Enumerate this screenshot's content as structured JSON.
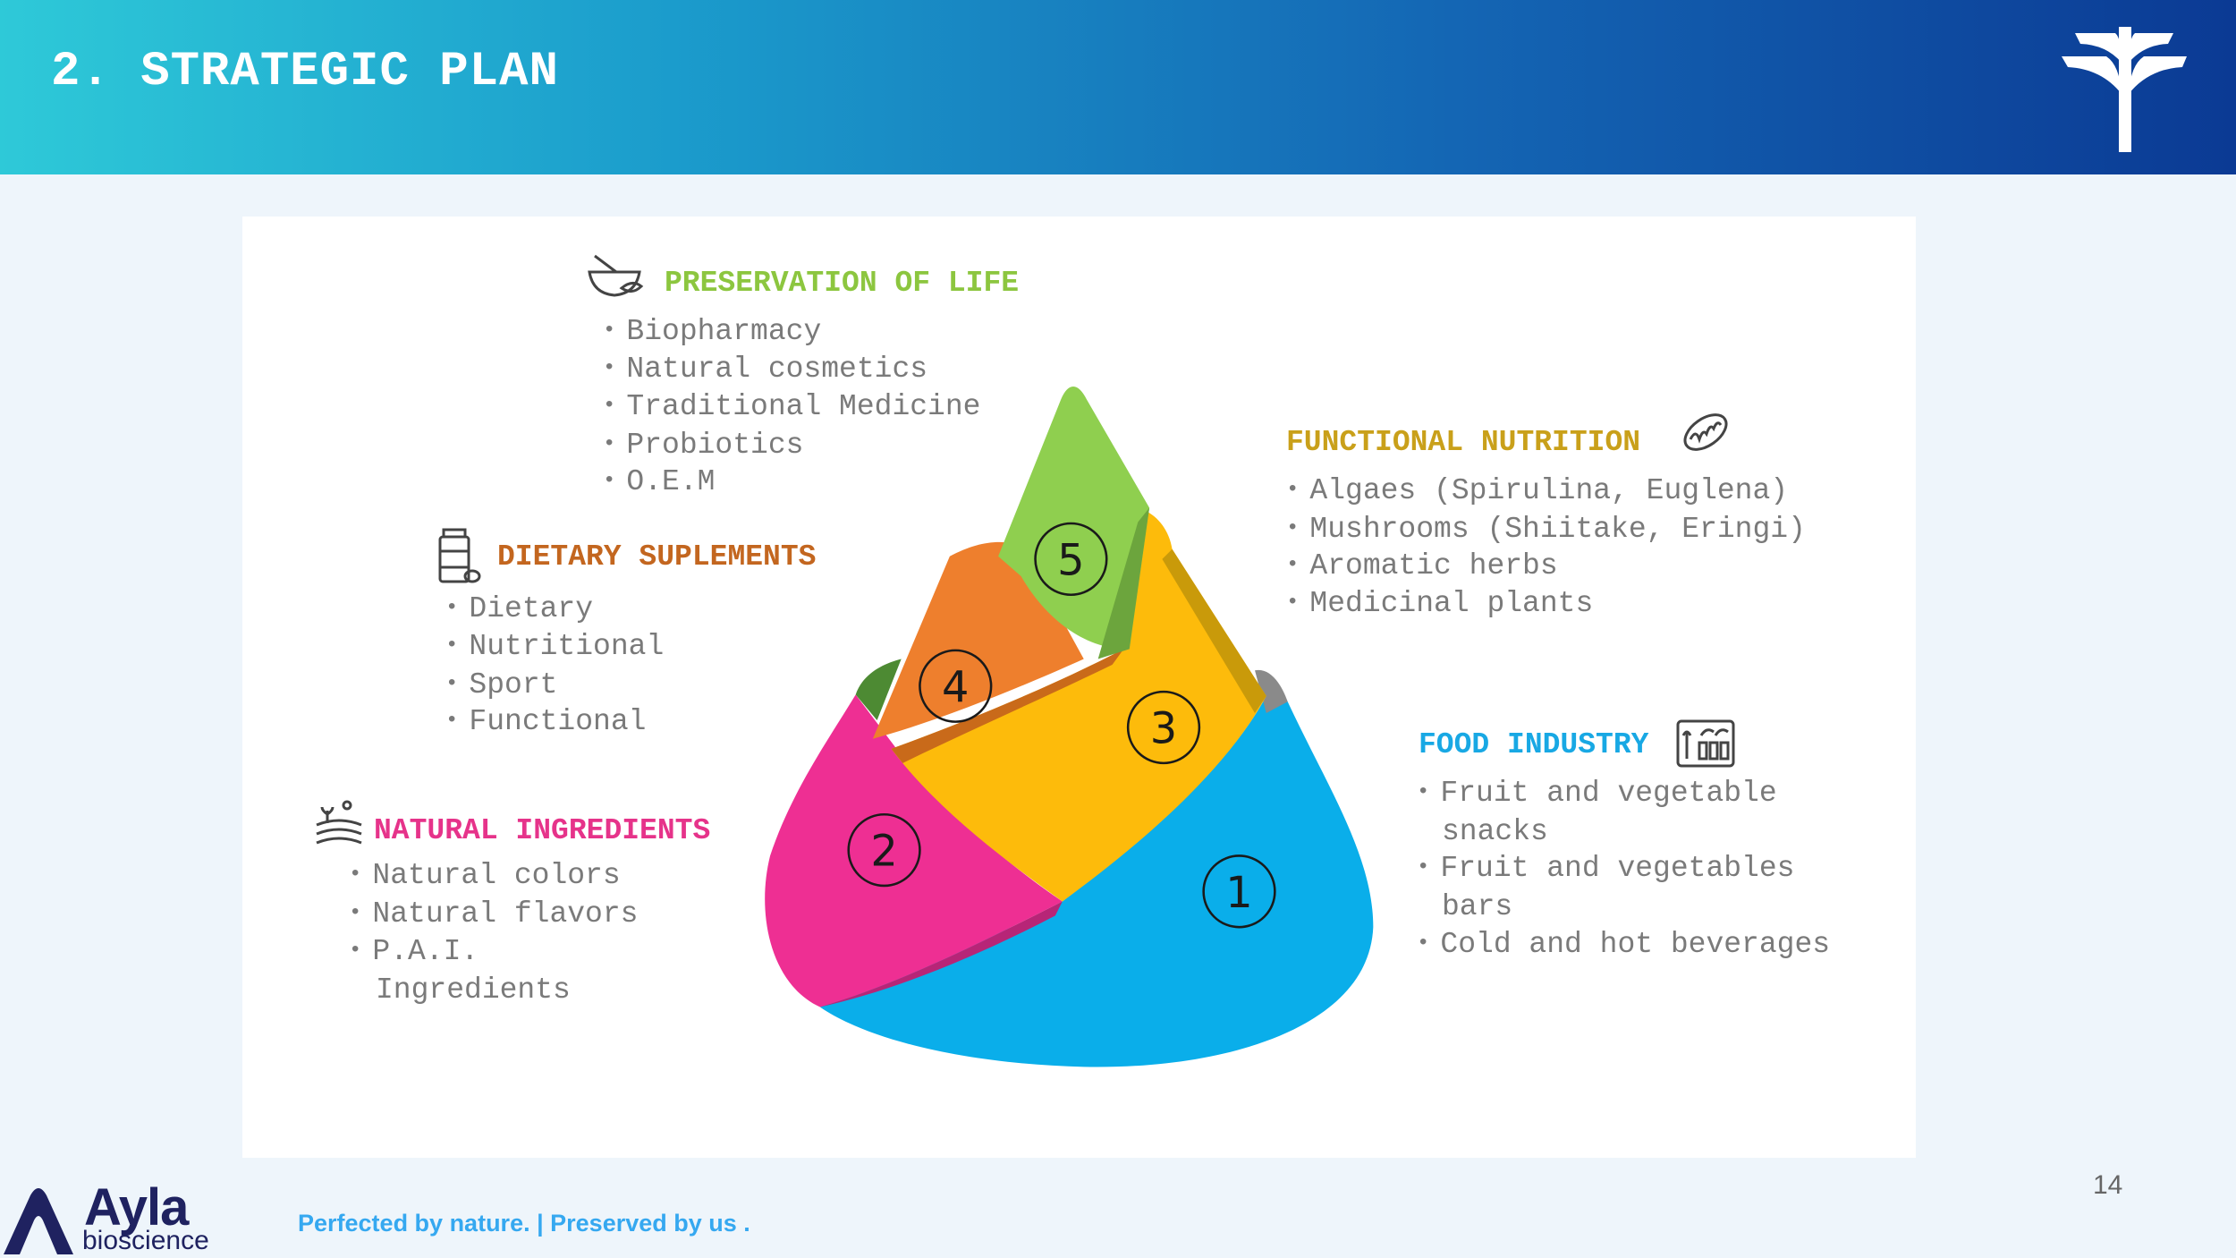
{
  "header": {
    "title": "2. STRATEGIC PLAN"
  },
  "colors": {
    "green": "#8cc63f",
    "orange": "#c3661f",
    "pink": "#e6338a",
    "gold": "#c9a01a",
    "blue": "#18a8e4",
    "text": "#7a7a7a"
  },
  "pyramid": {
    "levels": [
      "1",
      "2",
      "3",
      "4",
      "5"
    ]
  },
  "sections": {
    "preservation": {
      "title": "PRESERVATION OF LIFE",
      "icon": "mortar-pestle-icon",
      "items": [
        "Biopharmacy",
        "Natural cosmetics",
        "Traditional Medicine",
        "Probiotics",
        "O.E.M"
      ]
    },
    "dietary": {
      "title": "DIETARY SUPLEMENTS",
      "icon": "supplement-bottle-icon",
      "items": [
        "Dietary",
        "Nutritional",
        "Sport",
        "Functional"
      ]
    },
    "natural": {
      "title": "NATURAL INGREDIENTS",
      "icon": "field-plants-icon",
      "items": [
        "Natural colors",
        "Natural flavors",
        "P.A.I.",
        "Ingredients"
      ]
    },
    "functional": {
      "title": "FUNCTIONAL NUTRITION",
      "icon": "mitochondria-icon",
      "items": [
        "Algaes (Spirulina, Euglena)",
        "Mushrooms (Shiitake, Eringi)",
        "Aromatic herbs",
        "Medicinal plants"
      ]
    },
    "food": {
      "title": "FOOD INDUSTRY",
      "icon": "food-package-icon",
      "items": [
        "Fruit and vegetable",
        "snacks",
        "Fruit and vegetables",
        "bars",
        "Cold and hot beverages"
      ]
    }
  },
  "footer": {
    "page_number": "14",
    "tagline": "Perfected by nature. | Preserved by us .",
    "logo_name": "Ayla",
    "logo_sub": "bioscience"
  }
}
